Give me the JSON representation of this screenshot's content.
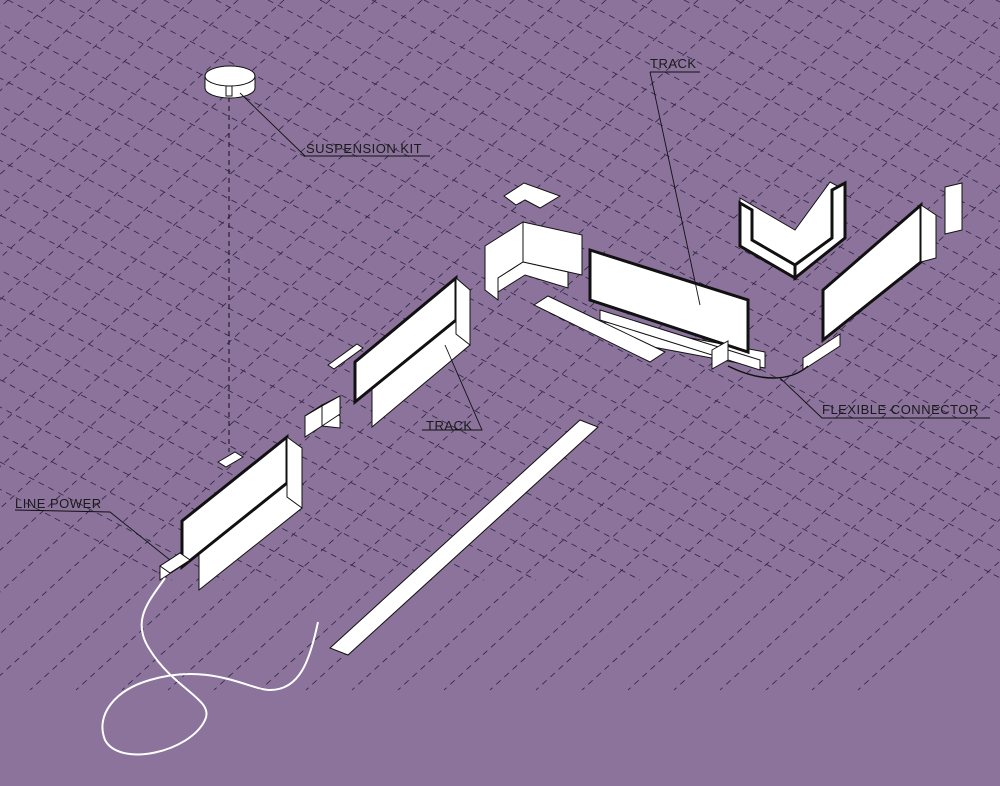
{
  "colors": {
    "background": "#8b739c",
    "part_fill": "#ffffff",
    "part_stroke": "#111111",
    "grid": "#2e2440",
    "cable": "#ffffff"
  },
  "labels": {
    "suspension_kit": "SUSPENSION KIT",
    "track_top": "TRACK",
    "track_middle": "TRACK",
    "flexible_connector": "FLEXIBLE CONNECTOR",
    "line_power": "LINE POWER"
  }
}
